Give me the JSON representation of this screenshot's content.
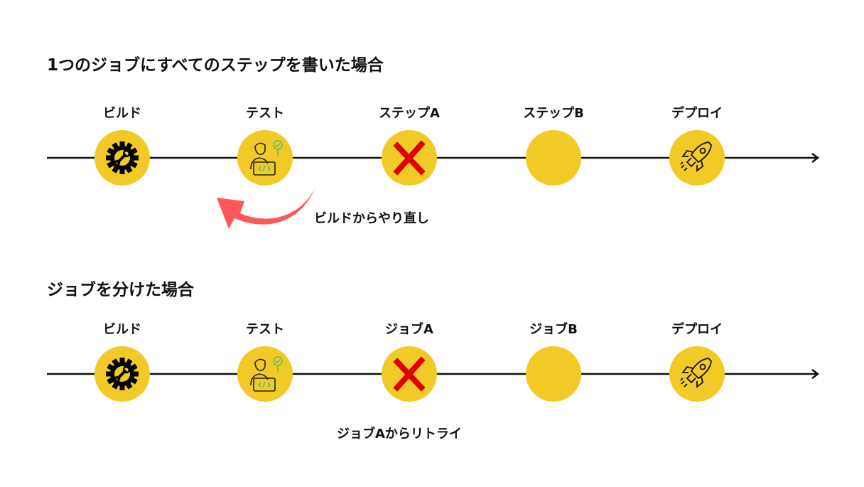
{
  "colors": {
    "circle": "#f2ca28",
    "cross": "#e00000",
    "arrow": "#ff5757",
    "accent": "#5cbf6a"
  },
  "sections": [
    {
      "title": "1つのジョブにすべてのステップを書いた場合",
      "stages": [
        {
          "label": "ビルド",
          "icon": "gear-wrench-icon"
        },
        {
          "label": "テスト",
          "icon": "developer-icon"
        },
        {
          "label": "ステップA",
          "icon": "cross-icon"
        },
        {
          "label": "ステップB",
          "icon": "none"
        },
        {
          "label": "デプロイ",
          "icon": "rocket-icon"
        }
      ],
      "note": "ビルドからやり直し"
    },
    {
      "title": "ジョブを分けた場合",
      "stages": [
        {
          "label": "ビルド",
          "icon": "gear-wrench-icon"
        },
        {
          "label": "テスト",
          "icon": "developer-icon"
        },
        {
          "label": "ジョブA",
          "icon": "cross-icon"
        },
        {
          "label": "ジョブB",
          "icon": "none"
        },
        {
          "label": "デプロイ",
          "icon": "rocket-icon"
        }
      ],
      "note": "ジョブAからリトライ"
    }
  ]
}
